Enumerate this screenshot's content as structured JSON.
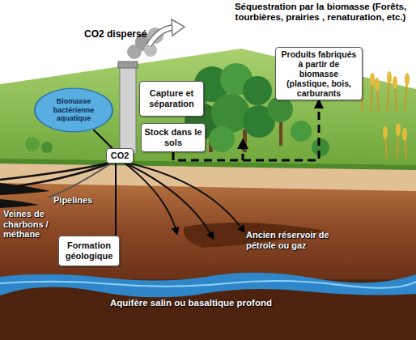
{
  "diagram": {
    "nodes": [
      {
        "text": [
          "Produits fabriqués à partir de biomasse (plastique, bois, carburants"
        ]
      },
      {
        "text": [
          "Capture et séparation"
        ]
      },
      {
        "text": [
          "Biomasse bactérienne aquatique"
        ]
      },
      {
        "text": [
          "Stock dans le sols"
        ]
      },
      {
        "text": [
          "CO2"
        ]
      },
      {
        "text": [
          "Formation géologique"
        ]
      }
    ],
    "edges": [
      {
        "from": 3,
        "to": 0,
        "arrow": "to"
      },
      {
        "from": 4,
        "to": 5,
        "arrow": "none"
      },
      {
        "from": 2,
        "to": 4,
        "arrow": "none"
      }
    ],
    "labels": [
      "Séquestration par la biomasse (Forêts, tourbières, prairies , renaturation, etc.)",
      "CO2 dispersé",
      "Pipelines",
      "Veines de charbons / méthane",
      "Ancien réservoir de pétrole ou gaz",
      "Aquifère salin ou basaltique profond"
    ]
  }
}
